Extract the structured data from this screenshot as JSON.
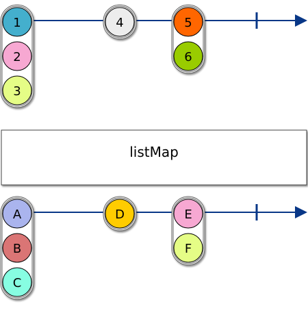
{
  "operator": {
    "label": "listMap"
  },
  "input_timeline": {
    "groups": [
      {
        "items": [
          {
            "label": "1",
            "color": "#44AFCD"
          },
          {
            "label": "2",
            "color": "#F7A8D2"
          },
          {
            "label": "3",
            "color": "#E5FD86"
          }
        ]
      },
      {
        "items": [
          {
            "label": "4",
            "color": "#EDEDED"
          }
        ]
      },
      {
        "items": [
          {
            "label": "5",
            "color": "#FF6600"
          },
          {
            "label": "6",
            "color": "#99CC00"
          }
        ]
      }
    ],
    "completed": true
  },
  "output_timeline": {
    "groups": [
      {
        "items": [
          {
            "label": "A",
            "color": "#AAB4EE"
          },
          {
            "label": "B",
            "color": "#DA7575"
          },
          {
            "label": "C",
            "color": "#87FDE2"
          }
        ]
      },
      {
        "items": [
          {
            "label": "D",
            "color": "#FFCC00"
          }
        ]
      },
      {
        "items": [
          {
            "label": "E",
            "color": "#F7A8D2"
          },
          {
            "label": "F",
            "color": "#E5FD86"
          }
        ]
      }
    ],
    "completed": true
  },
  "colors": {
    "line": "#083787",
    "box_border": "#444444"
  }
}
